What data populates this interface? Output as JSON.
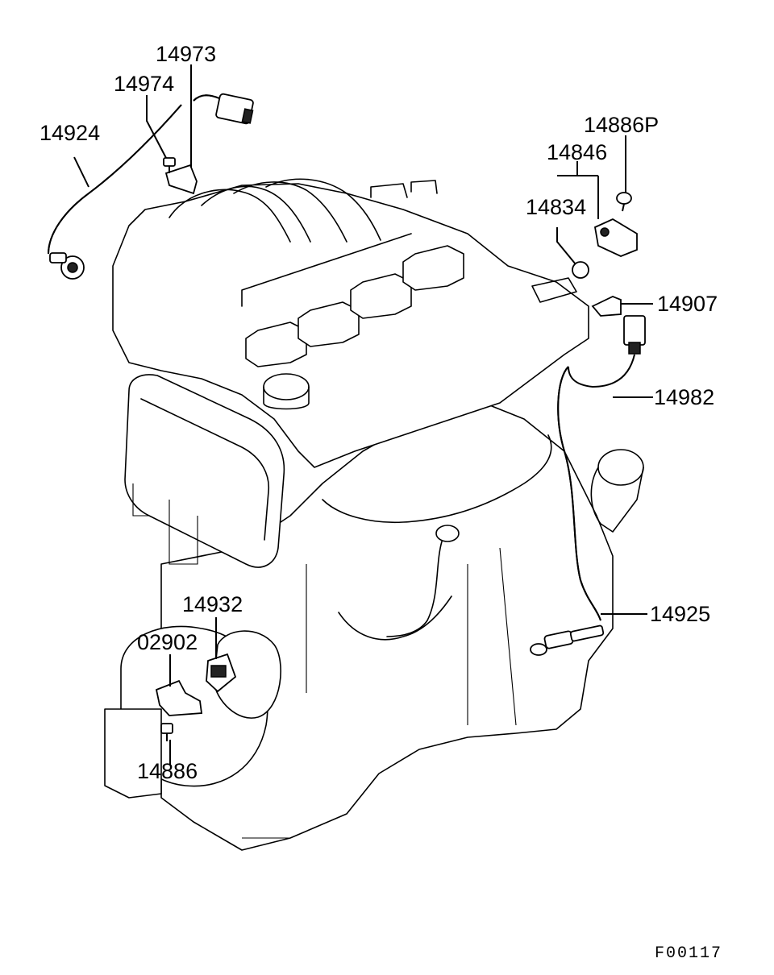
{
  "diagram": {
    "callouts": [
      {
        "id": "14973",
        "text": "14973"
      },
      {
        "id": "14974",
        "text": "14974"
      },
      {
        "id": "14924",
        "text": "14924"
      },
      {
        "id": "14886P",
        "text": "14886P"
      },
      {
        "id": "14846",
        "text": "14846"
      },
      {
        "id": "14834",
        "text": "14834"
      },
      {
        "id": "14907",
        "text": "14907"
      },
      {
        "id": "14982",
        "text": "14982"
      },
      {
        "id": "14925",
        "text": "14925"
      },
      {
        "id": "14932",
        "text": "14932"
      },
      {
        "id": "02902",
        "text": "02902"
      },
      {
        "id": "14886",
        "text": "14886"
      }
    ],
    "figure_code": "F00117"
  }
}
